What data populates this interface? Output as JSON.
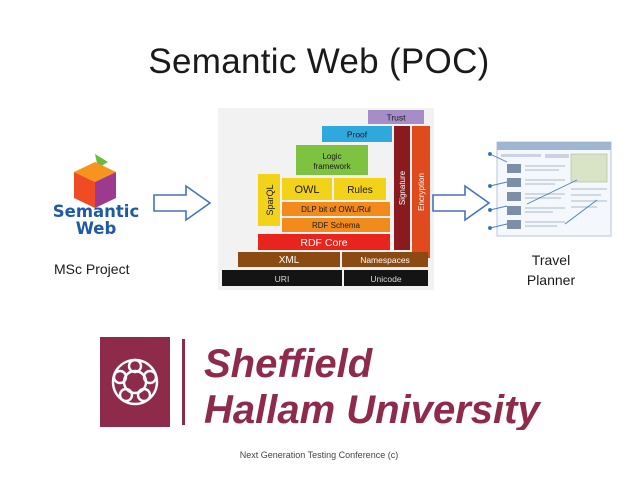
{
  "title": "Semantic Web (POC)",
  "left_logo": {
    "line1": "Semantic",
    "line2": "Web"
  },
  "left_label": "MSc Project",
  "right_label": {
    "line1": "Travel",
    "line2": "Planner"
  },
  "stack": {
    "trust": "Trust",
    "proof": "Proof",
    "logic": "Logic framework",
    "sparql": "SparQL",
    "owl": "OWL",
    "rules": "Rules",
    "dlp": "DLP bit of OWL/Rul",
    "rdfs": "RDF Schema",
    "rdf_core": "RDF Core",
    "xml": "XML",
    "namespaces": "Namespaces",
    "uri": "URI",
    "unicode": "Unicode",
    "signature": "Signature",
    "encryption": "Encryption"
  },
  "university": {
    "line1": "Sheffield",
    "line2": "Hallam University"
  },
  "footer": "Next Generation Testing Conference (c)",
  "colors": {
    "trust": "#a78dc8",
    "proof": "#2ea8dd",
    "logic": "#7ec242",
    "sparql": "#f3d21a",
    "owl": "#f3d21a",
    "rules": "#f3d21a",
    "dlp": "#f28b1c",
    "rdfs": "#f28b1c",
    "rdf_core": "#e8241c",
    "xml": "#8a4a12",
    "namespaces": "#8a4a12",
    "uri": "#141414",
    "unicode": "#141414",
    "signature": "#8b1a1e",
    "encryption": "#e04a1c",
    "university": "#8e2b4a",
    "logo_blue": "#1f5aa6",
    "arrow": "#4472c4"
  }
}
